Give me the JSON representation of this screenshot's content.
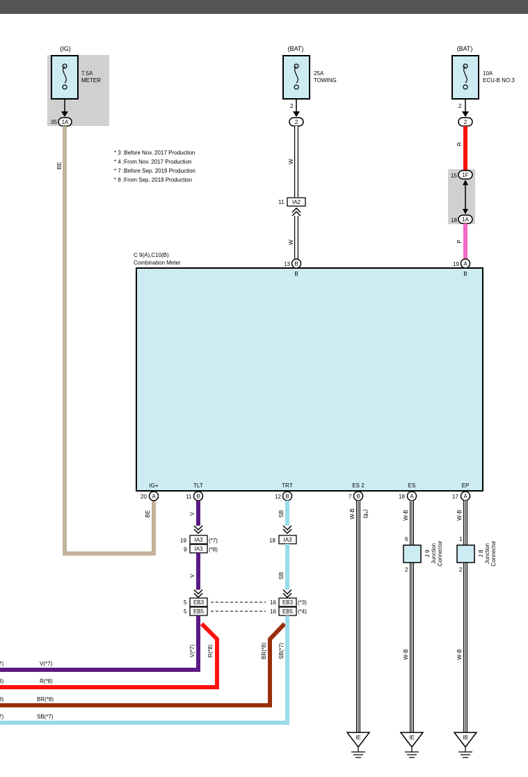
{
  "header": {
    "bar_color": "#555555"
  },
  "fuses": [
    {
      "id": "meter",
      "source": "(IG)",
      "amp": "7.5A",
      "name": "METER",
      "pin_num": "35",
      "connector": "1A"
    },
    {
      "id": "towing",
      "source": "(BAT)",
      "amp": "25A",
      "name": "TOWING",
      "pin_num": "2",
      "connector": "2"
    },
    {
      "id": "ecu",
      "source": "(BAT)",
      "amp": "10A",
      "name": "ECU-B NO.3",
      "pin_num": "2",
      "connector": "2"
    }
  ],
  "notes": [
    "* 3 :Before Nov. 2017 Production",
    "* 4 :From Nov. 2017 Production",
    "* 7 :Before Sep. 2019 Production",
    "* 8 :From Sep. 2019 Production"
  ],
  "meter": {
    "label_line1": "C 9(A),C10(B)",
    "label_line2": "Combination Meter",
    "top_pins": [
      {
        "id": "w",
        "num": "13",
        "conn": "B",
        "terminal": "B"
      },
      {
        "id": "p",
        "num": "19",
        "conn": "A",
        "terminal": "B"
      }
    ],
    "bottom_pins": [
      {
        "id": "ig",
        "num": "20",
        "conn": "A",
        "terminal": "IG+"
      },
      {
        "id": "tlt",
        "num": "11",
        "conn": "B",
        "terminal": "TLT"
      },
      {
        "id": "trt",
        "num": "12",
        "conn": "B",
        "terminal": "TRT"
      },
      {
        "id": "es2",
        "num": "7",
        "conn": "B",
        "terminal": "ES 2"
      },
      {
        "id": "es",
        "num": "18",
        "conn": "A",
        "terminal": "ES"
      },
      {
        "id": "ep",
        "num": "17",
        "conn": "A",
        "terminal": "EP"
      }
    ]
  },
  "connectors": {
    "ia2": {
      "pin": "11",
      "name": "IA2"
    },
    "c1f": {
      "pin": "15",
      "name": "1F"
    },
    "c1a": {
      "pin": "18",
      "name": "1A"
    },
    "ia3_tlt_a": {
      "pin": "19",
      "name": "IA3",
      "note": "(*7)"
    },
    "ia3_tlt_b": {
      "pin": "9",
      "name": "IA3",
      "note": "(*8)"
    },
    "ia3_trt": {
      "pin": "18",
      "name": "IA3"
    },
    "eb3_l": {
      "pin": "5",
      "name": "EB3"
    },
    "eb5_l": {
      "pin": "5",
      "name": "EB5"
    },
    "eb3_r": {
      "pin": "16",
      "name": "EB3",
      "note": "(*3)"
    },
    "eb5_r": {
      "pin": "16",
      "name": "EB5",
      "note": "(*4)"
    }
  },
  "junctions": {
    "j9": {
      "top_pin": "6",
      "bottom_pin": "2",
      "name": "J 9",
      "desc1": "Junction",
      "desc2": "Connector"
    },
    "j8": {
      "top_pin": "1",
      "bottom_pin": "2",
      "name": "J 8",
      "desc1": "Junction",
      "desc2": "Connector"
    }
  },
  "wire_labels": {
    "be_top": "BE",
    "be_bottom": "BE",
    "w_top": "W",
    "w_bottom": "W",
    "r_top": "R",
    "p": "P",
    "v_1": "V",
    "v_2": "V",
    "sb_1": "SB",
    "sb_2": "SB",
    "v7_vert": "V(*7)",
    "r8_vert": "R(*8)",
    "br8_vert": "BR(*8)",
    "sb7_vert": "SB(*7)",
    "es2_wb": "W-B",
    "es2_note": "(*8)",
    "es_wb1": "W-B",
    "es_wb2": "W-B",
    "ep_wb1": "W-B",
    "ep_wb2": "W-B",
    "v7_h": "V(*7)",
    "r8_h": "R(*8)",
    "br8_h": "BR(*8)",
    "sb7_h": "SB(*7)",
    "edge_v": "7)",
    "edge_r": "8)",
    "edge_br": "8)",
    "edge_sb": "7)"
  },
  "grounds": [
    {
      "id": "g1",
      "label": "IE"
    },
    {
      "id": "g2",
      "label": "IE"
    },
    {
      "id": "g3",
      "label": "IB"
    }
  ],
  "colors": {
    "beige": "#c2b49a",
    "violet": "#5b1a82",
    "red": "#ff1010",
    "pink": "#f06ac3",
    "brown": "#9a2e0a",
    "sky": "#9adbe8",
    "meter_fill": "#cdebf2",
    "fuse_fill": "#cdebf2",
    "shade": "#d0d0d0"
  }
}
